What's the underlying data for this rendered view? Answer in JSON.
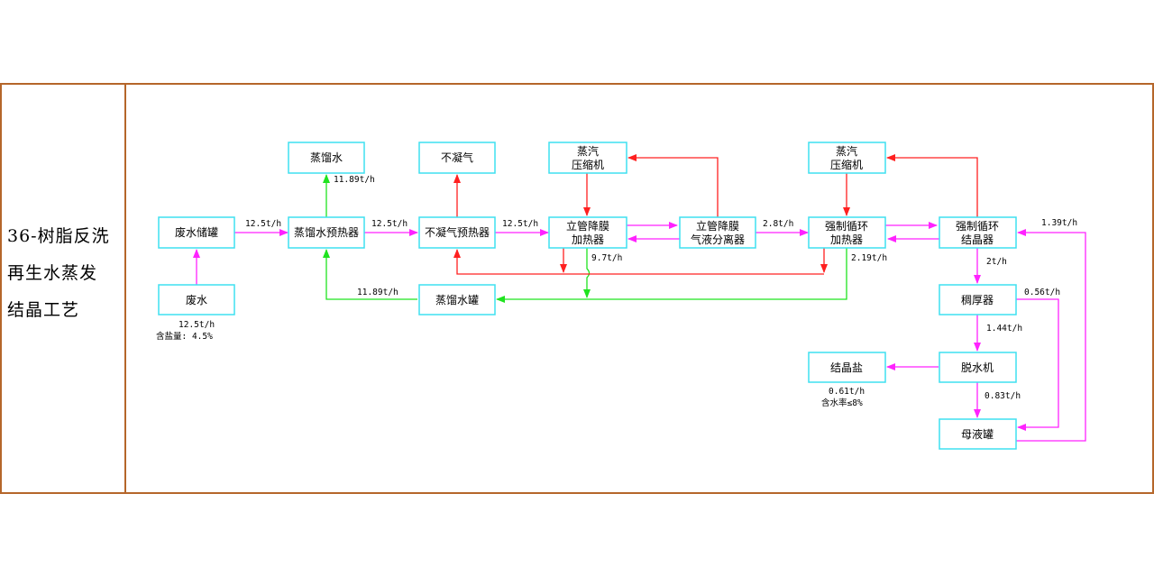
{
  "title_lines": [
    "36-树脂反洗",
    "再生水蒸发",
    "结晶工艺"
  ],
  "boxes": {
    "waste_water": [
      "废水"
    ],
    "waste_tank": [
      "废水储罐"
    ],
    "distilled_preheater": [
      "蒸馏水预热器"
    ],
    "distilled_water": [
      "蒸馏水"
    ],
    "noncond_preheater": [
      "不凝气预热器"
    ],
    "noncond_gas": [
      "不凝气"
    ],
    "compressor_1": [
      "蒸汽",
      "压缩机"
    ],
    "falling_film_heater": [
      "立管降膜",
      "加热器"
    ],
    "separator": [
      "立管降膜",
      "气液分离器"
    ],
    "forced_heater": [
      "强制循环",
      "加热器"
    ],
    "compressor_2": [
      "蒸汽",
      "压缩机"
    ],
    "crystallizer": [
      "强制循环",
      "结晶器"
    ],
    "thickener": [
      "稠厚器"
    ],
    "dewater": [
      "脱水机"
    ],
    "salt": [
      "结晶盐"
    ],
    "mother_tank": [
      "母液罐"
    ],
    "distilled_tank": [
      "蒸馏水罐"
    ]
  },
  "labels": {
    "feed": "12.5t/h",
    "f1": "12.5t/h",
    "f2": "12.5t/h",
    "f3": "12.5t/h",
    "distilled_out": "11.89t/h",
    "distilled_return": "11.89t/h",
    "sep_to_forced": "2.8t/h",
    "cond_1": "9.7t/h",
    "cond_2": "2.19t/h",
    "cryst_to_thick": "2t/h",
    "thick_to_dewater": "1.44t/h",
    "thick_to_mother": "0.56t/h",
    "dewater_to_mother": "0.83t/h",
    "mother_return": "1.39t/h",
    "waste_flow": "12.5t/h",
    "waste_salt": "含盐量: 4.5%",
    "salt_flow": "0.61t/h",
    "salt_moisture": "含水率≤8%"
  },
  "colors": {
    "border": "#b5662a",
    "box_border": "#3fe0f0",
    "process_line": "#ff22ff",
    "condensate_line": "#1fe31f",
    "vapor_line": "#ff2020"
  }
}
